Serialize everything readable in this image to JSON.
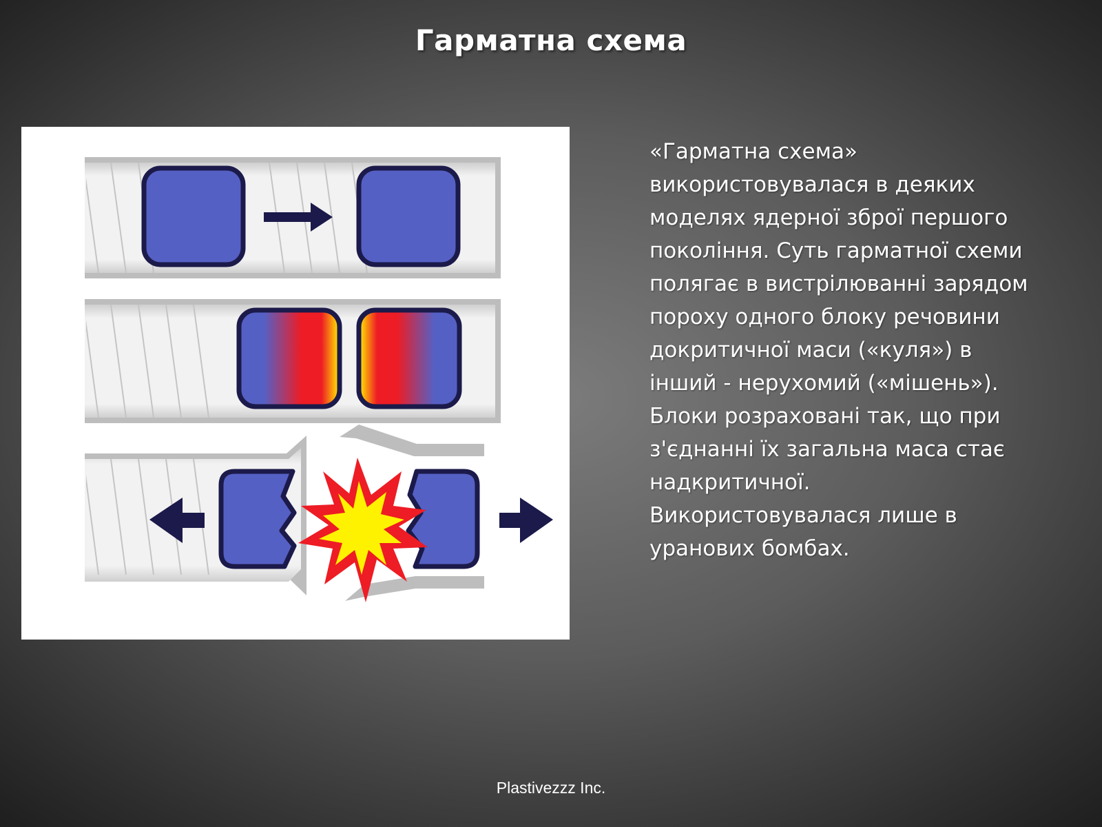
{
  "slide": {
    "title": "Гарматна схема",
    "body_lines": [
      "«Гарматна схема»",
      "використовувалася в деяких",
      "моделях ядерної зброї першого",
      "покоління. Суть гарматної схеми",
      "полягає в вистрілюванні зарядом",
      "пороху одного блоку речовини",
      "докритичної маси («куля») в",
      "інший - нерухомий («мішень»).",
      "Блоки розраховані так, що при",
      "з'єднанні їх загальна маса стає",
      "надкритичної.",
      "Використовувалася лише в",
      "уранових бомбах."
    ],
    "footer": "Plastivezzz Inc."
  },
  "figure": {
    "description_icons": [
      "gun-barrel-icon",
      "uranium-block-icon",
      "arrow-right-icon",
      "arrow-left-icon",
      "explosion-icon"
    ],
    "colors": {
      "block_fill": "#5560c4",
      "block_stroke": "#1b1a4a",
      "arrow": "#1b1a4a",
      "tube_wall": "#b4b4b4",
      "tube_inner": "#ececec",
      "rifling": "#bcbcbc",
      "burst_outer": "#ee1c24",
      "burst_inner": "#fff200",
      "gradient_hot_red": "#ee1c24",
      "gradient_hot_yellow": "#fff200"
    }
  }
}
